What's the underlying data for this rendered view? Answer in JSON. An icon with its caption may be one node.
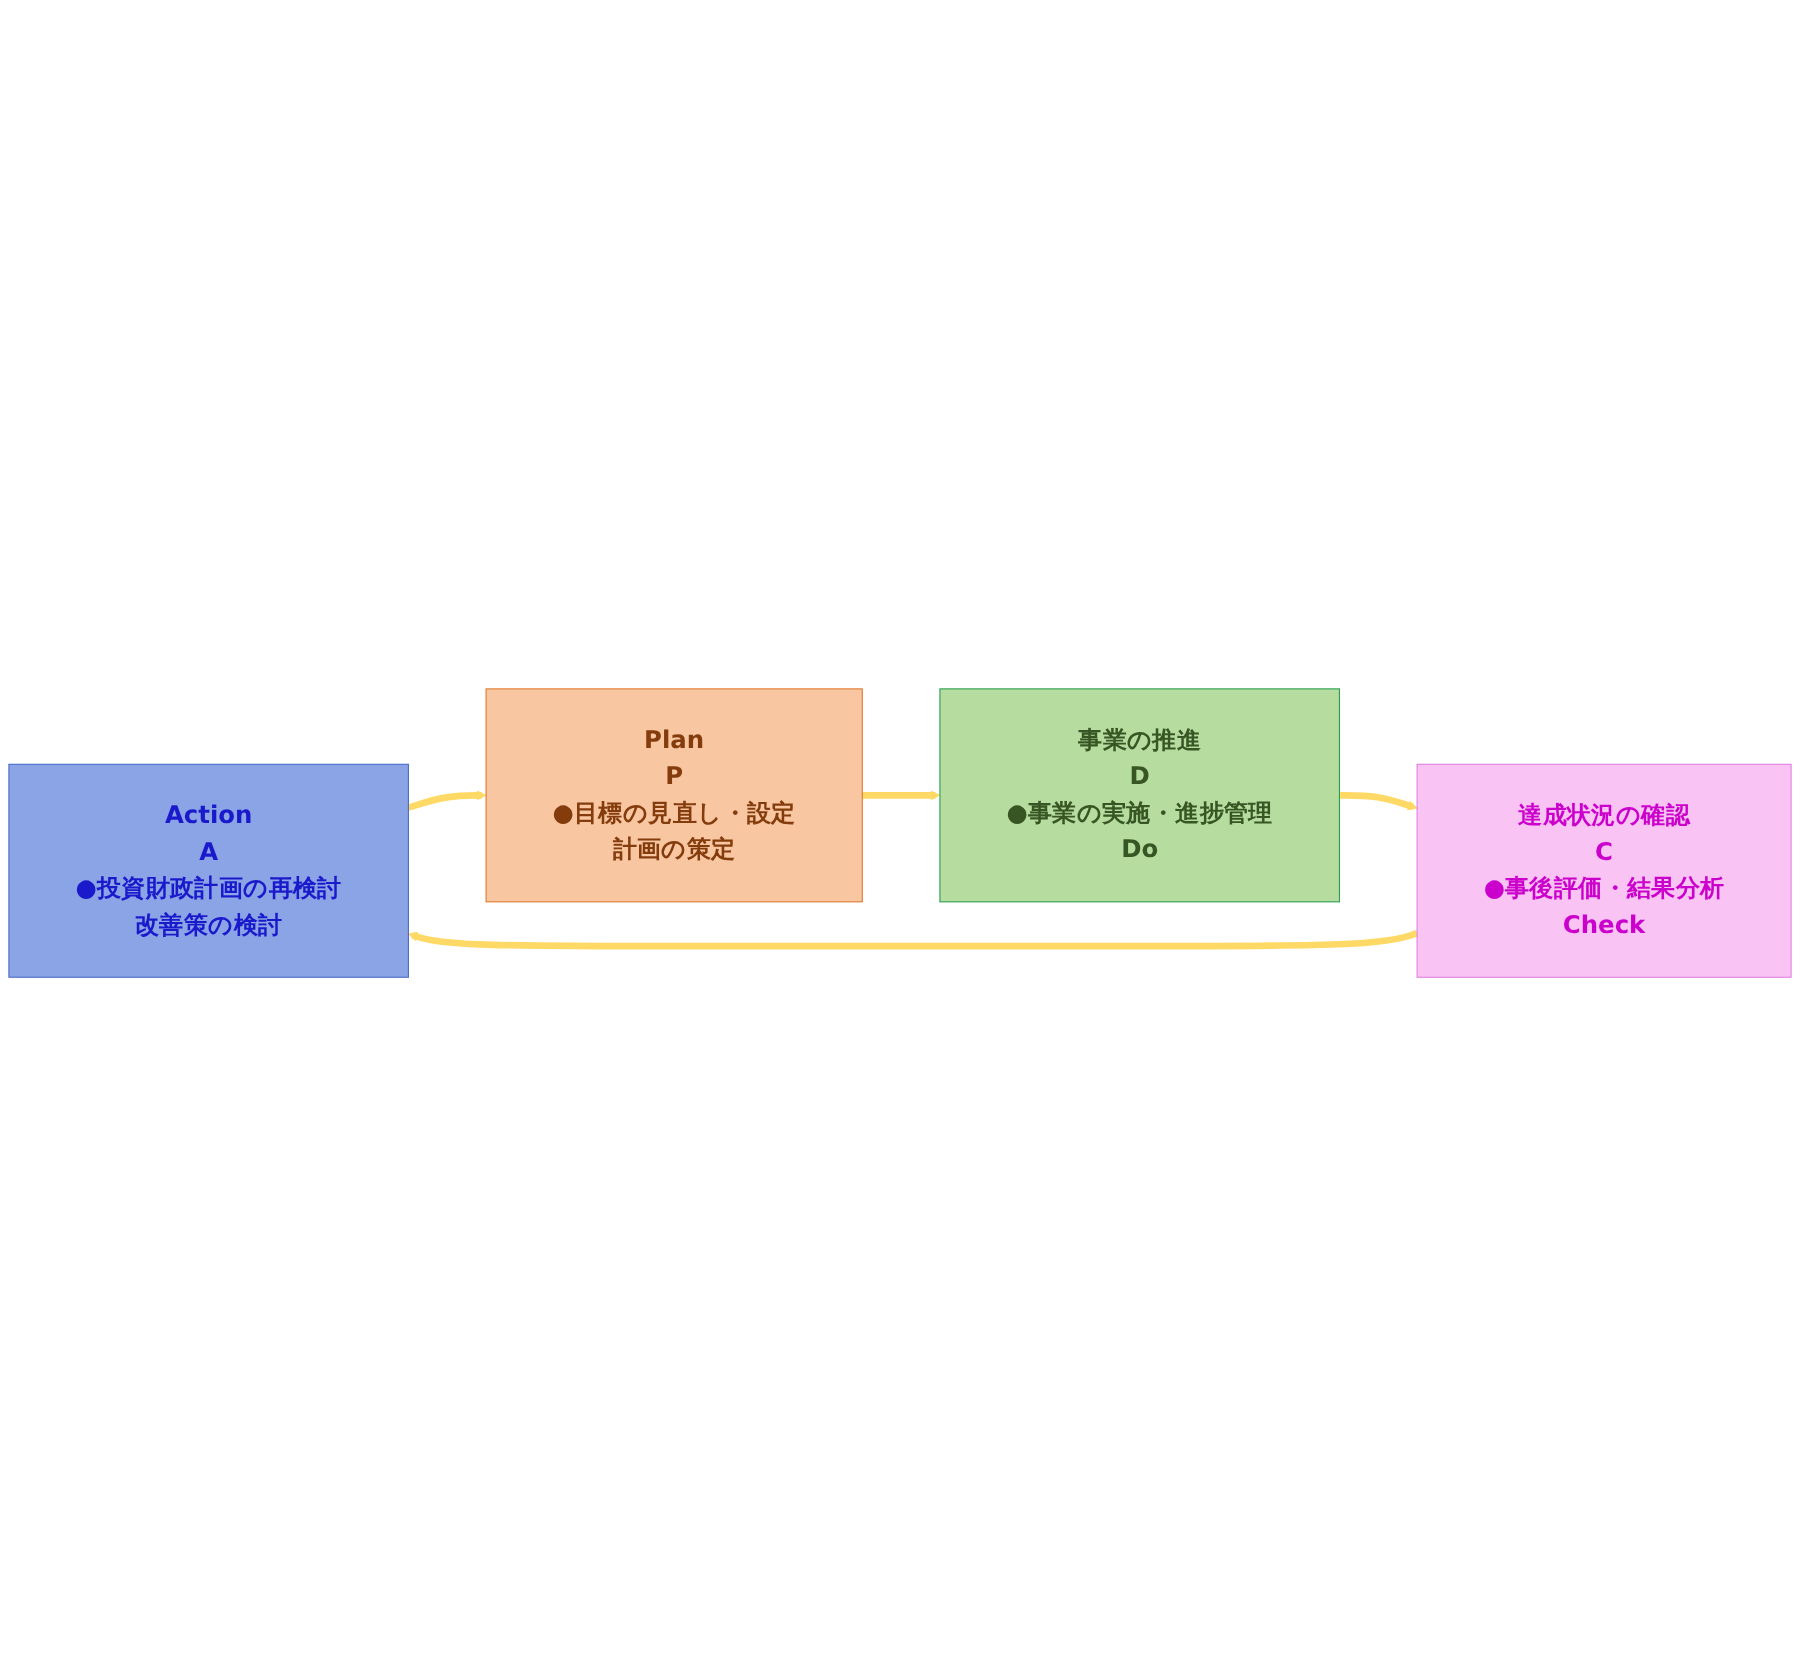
{
  "diagram": {
    "nodes": [
      {
        "text": [
          "Action",
          "A",
          "●投資財政計画の再検討",
          "改善策の検討"
        ]
      },
      {
        "text": [
          "Plan",
          "P",
          "●目標の見直し・設定",
          "計画の策定"
        ]
      },
      {
        "text": [
          "達成状況の確認",
          "C",
          "●事後評価・結果分析",
          "Check"
        ]
      },
      {
        "text": [
          "事業の推進",
          "D",
          "●事業の実施・進捗管理",
          "Do"
        ]
      }
    ],
    "edges": [
      {
        "from": 0,
        "to": 1,
        "arrow": "to"
      },
      {
        "from": 1,
        "to": 3,
        "arrow": "to"
      },
      {
        "from": 3,
        "to": 2,
        "arrow": "to"
      },
      {
        "from": 2,
        "to": 0,
        "arrow": "to"
      }
    ]
  }
}
